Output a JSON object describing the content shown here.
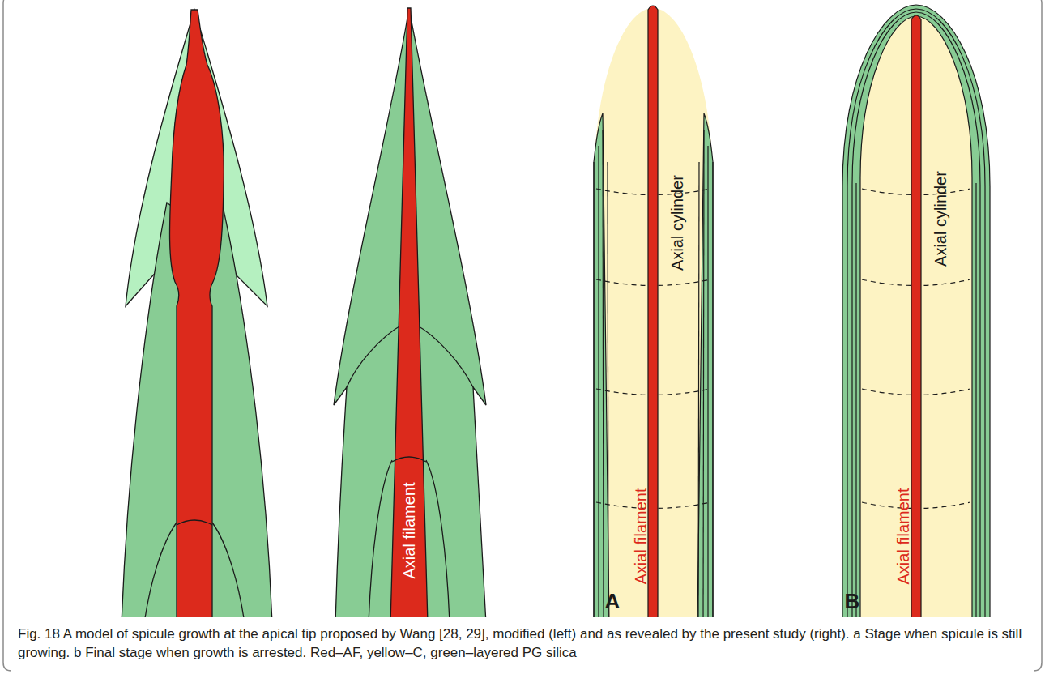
{
  "diagram": {
    "caption": "Fig. 18 A model of spicule growth at the apical tip proposed by Wang [28, 29], modified (left) and as revealed by the present study (right). a Stage when spicule is still growing. b Final stage when growth is arrested. Red–AF, yellow–C, green–layered PG silica",
    "labels": [
      "Axial filament",
      "Axial filament",
      "Axial cylinder",
      "A",
      "Axial filament",
      "Axial cylinder",
      "B"
    ]
  }
}
